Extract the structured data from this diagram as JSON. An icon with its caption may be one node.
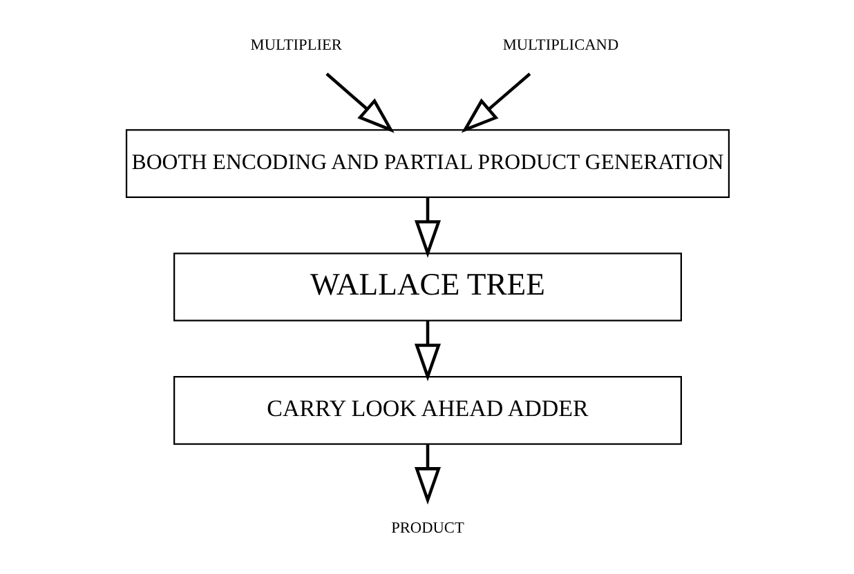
{
  "diagram": {
    "nodes": [
      {
        "text": [
          "MULTIPLIER"
        ]
      },
      {
        "text": [
          "MULTIPLICAND"
        ]
      },
      {
        "text": [
          "BOOTH ENCODING AND PARTIAL PRODUCT GENERATION"
        ]
      },
      {
        "text": [
          "WALLACE TREE"
        ]
      },
      {
        "text": [
          "CARRY LOOK AHEAD ADDER"
        ]
      },
      {
        "text": [
          "PRODUCT"
        ]
      }
    ],
    "edges": [
      {
        "from": 0,
        "to": 2,
        "arrow": "to"
      },
      {
        "from": 1,
        "to": 2,
        "arrow": "to"
      },
      {
        "from": 2,
        "to": 3,
        "arrow": "to"
      },
      {
        "from": 3,
        "to": 4,
        "arrow": "to"
      },
      {
        "from": 4,
        "to": 5,
        "arrow": "to"
      }
    ]
  }
}
